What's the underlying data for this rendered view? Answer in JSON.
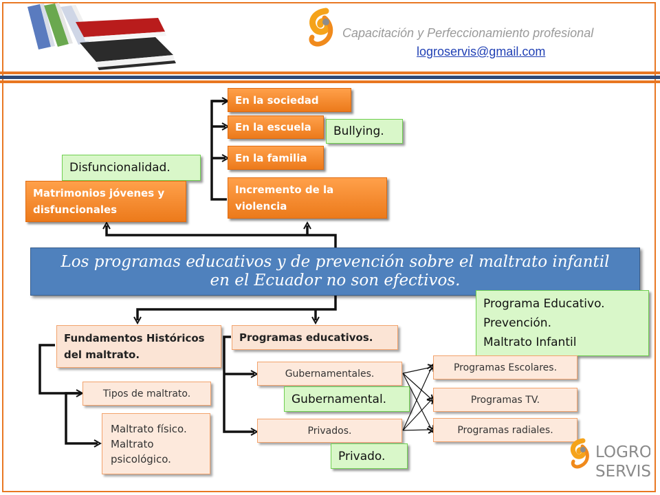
{
  "header": {
    "title": "Capacitación y Perfeccionamiento profesional",
    "email": "logroservis@gmail.com"
  },
  "logo": {
    "line1": "LOGRO",
    "line2": "SERVIS"
  },
  "central": "Los programas educativos y de prevención sobre el maltrato infantil en el Ecuador no son efectivos.",
  "top_branch": {
    "matrimonios": "Matrimonios jóvenes y disfuncionales",
    "disfuncionalidad": "Disfuncionalidad.",
    "sociedad": "En la sociedad",
    "escuela": "En la escuela",
    "bullying": "Bullying.",
    "familia": "En la familia",
    "incremento": "Incremento de la violencia"
  },
  "bottom_branch": {
    "fundamentos": "Fundamentos Históricos del maltrato.",
    "tipos": "Tipos de maltrato.",
    "maltrato_lines": [
      "Maltrato físico.",
      "Maltrato",
      "psicológico."
    ],
    "programas": "Programas educativos.",
    "gubernamentales": "Gubernamentales.",
    "gubernamental": "Gubernamental.",
    "privados": "Privados.",
    "privado": "Privado.",
    "escolares": "Programas Escolares.",
    "tv": "Programas TV.",
    "radiales": "Programas radiales.",
    "keywords": [
      "Programa Educativo.",
      "Prevención.",
      "Maltrato Infantil"
    ]
  },
  "colors": {
    "accent_orange": "#ec7a1b",
    "central_blue": "#4f81bd",
    "stripe_blue": "#2e4a78"
  }
}
